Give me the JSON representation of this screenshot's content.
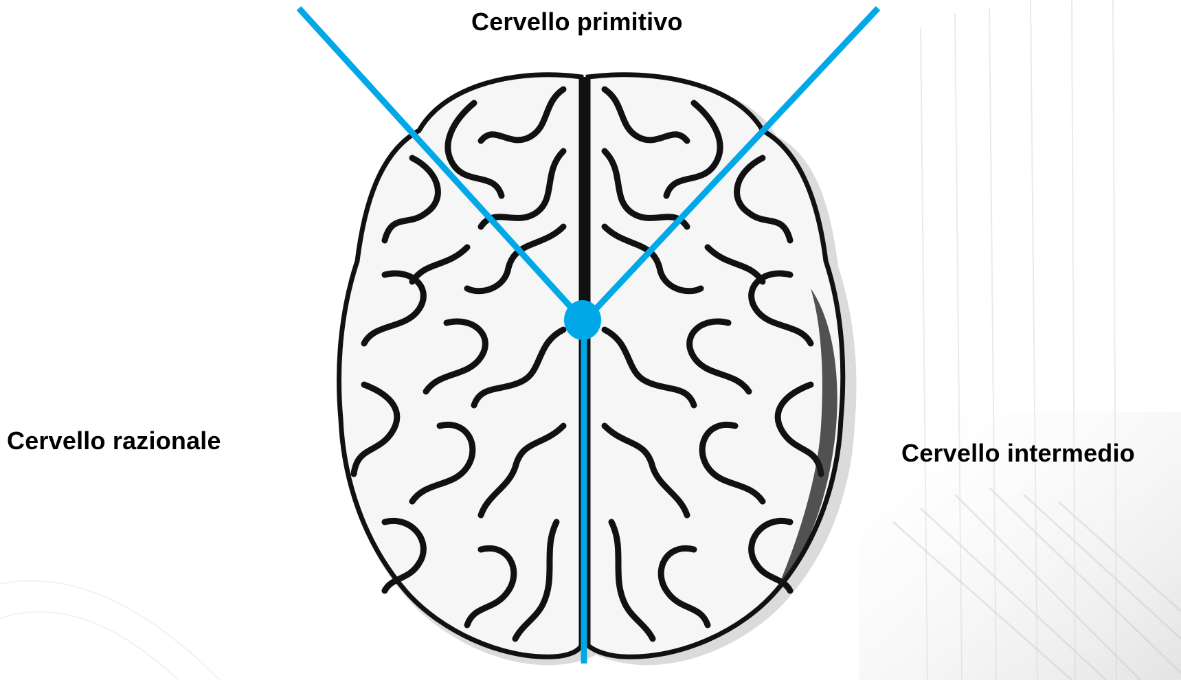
{
  "labels": {
    "top": "Cervello primitivo",
    "left": "Cervello razionale",
    "right": "Cervello intermedio"
  },
  "colors": {
    "accent": "#00a8e8",
    "outline": "#111111",
    "brain_fill": "#f6f6f6",
    "background": "#ffffff"
  },
  "icons": {
    "main": "brain-icon"
  }
}
